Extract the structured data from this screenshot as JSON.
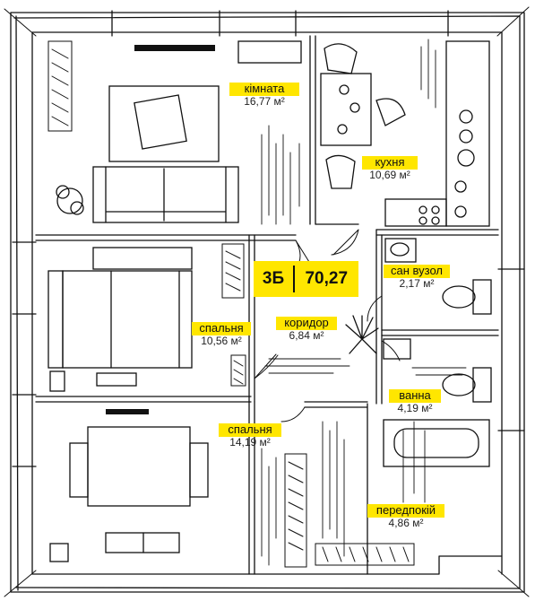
{
  "apartment": {
    "type": "3Б",
    "total_area": "70,27"
  },
  "rooms": {
    "living": {
      "name": "кімната",
      "area": "16,77 м²"
    },
    "kitchen": {
      "name": "кухня",
      "area": "10,69 м²"
    },
    "toilet": {
      "name": "сан вузол",
      "area": "2,17 м²"
    },
    "corridor": {
      "name": "коридор",
      "area": "6,84 м²"
    },
    "bedroom1": {
      "name": "спальня",
      "area": "10,56 м²"
    },
    "bathroom": {
      "name": "ванна",
      "area": "4,19 м²"
    },
    "bedroom2": {
      "name": "спальня",
      "area": "14,19 м²"
    },
    "hallway": {
      "name": "передпокій",
      "area": "4,86 м²"
    }
  },
  "colors": {
    "accent": "#ffe600",
    "line": "#111111"
  }
}
